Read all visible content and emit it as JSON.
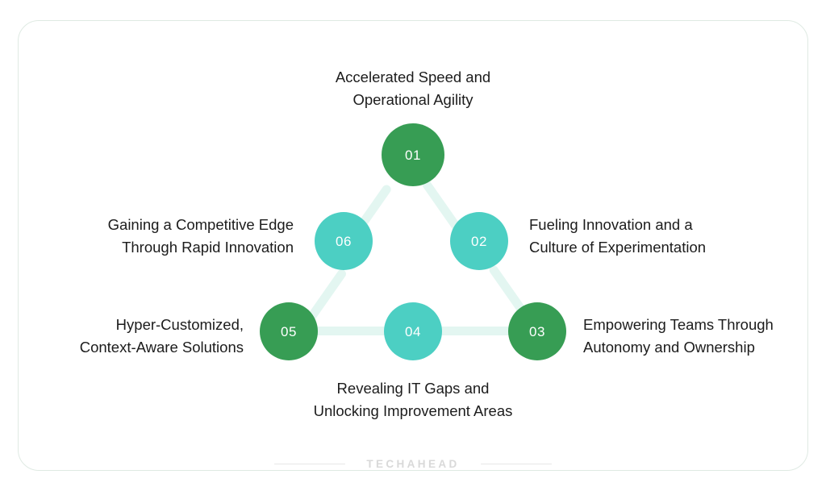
{
  "diagram": {
    "title_visible": false,
    "type": "triangle-node-cycle",
    "colors": {
      "green": "#379d54",
      "teal": "#4ccfc3",
      "connector": "#e3f6f1",
      "text": "#1c1c1c",
      "card_border": "#dfeae3",
      "background": "#ffffff",
      "brand": "#d9d9d9"
    },
    "nodes": [
      {
        "id": "01",
        "number": "01",
        "color": "green",
        "label": "Accelerated Speed and\nOperational Agility",
        "label_position": "above"
      },
      {
        "id": "02",
        "number": "02",
        "color": "teal",
        "label": "Fueling Innovation and a\nCulture of Experimentation",
        "label_position": "right"
      },
      {
        "id": "03",
        "number": "03",
        "color": "green",
        "label": "Empowering Teams Through\nAutonomy and Ownership",
        "label_position": "right"
      },
      {
        "id": "04",
        "number": "04",
        "color": "teal",
        "label": "Revealing IT Gaps and\nUnlocking Improvement Areas",
        "label_position": "below"
      },
      {
        "id": "05",
        "number": "05",
        "color": "green",
        "label": "Hyper-Customized,\nContext-Aware Solutions",
        "label_position": "left"
      },
      {
        "id": "06",
        "number": "06",
        "color": "teal",
        "label": "Gaining a Competitive Edge\nThrough Rapid Innovation",
        "label_position": "left"
      }
    ],
    "connections": [
      {
        "from": "06",
        "to": "01"
      },
      {
        "from": "01",
        "to": "02"
      },
      {
        "from": "02",
        "to": "03"
      },
      {
        "from": "03",
        "to": "04"
      },
      {
        "from": "04",
        "to": "05"
      },
      {
        "from": "05",
        "to": "06"
      }
    ]
  },
  "footer": {
    "brand": "TECHAHEAD"
  }
}
